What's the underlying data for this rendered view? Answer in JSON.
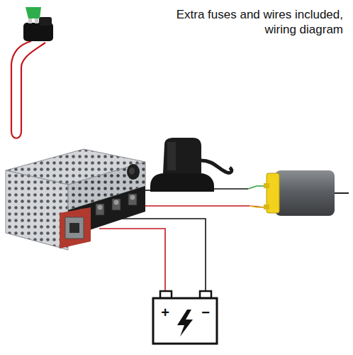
{
  "diagram": {
    "title": "Extra fuses and wires included, wiring diagram",
    "labels": [
      "+",
      "−"
    ]
  }
}
